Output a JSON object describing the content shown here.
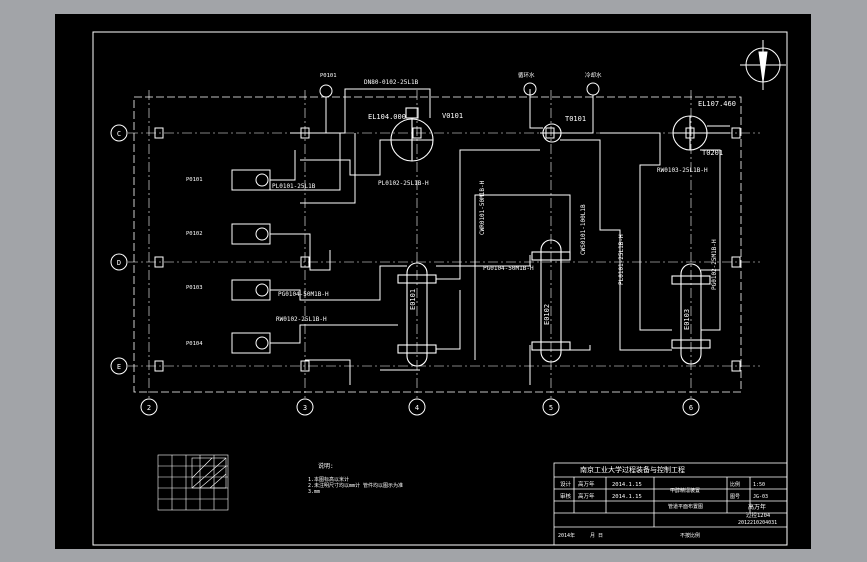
{
  "grid": {
    "rows": [
      "C",
      "D",
      "E"
    ],
    "cols": [
      "2",
      "3",
      "4",
      "5",
      "6"
    ]
  },
  "equipment": {
    "V0101": "V0101",
    "T0101": "T0101",
    "T0201": "T0201",
    "E0101": "E0101",
    "E0102": "E0102",
    "E0103": "E0103"
  },
  "lines": {
    "line1": "DN80-0102-25L1B",
    "line2": "PL0102-25L1B-H",
    "line3": "PL0101-25L1B",
    "line4": "PG0104-50M1B-H",
    "line5": "RW0102-25L1B-H",
    "line6": "PG0104-50M1B-H",
    "line7": "RW0103-25L1B-H",
    "line8": "CWR0101-50M1B-H",
    "line9": "CWS0101-100L1B",
    "line10": "PL0101-25L1B-H",
    "line11": "PG0102-25M1B-H",
    "elev1": "EL104.000",
    "elev2": "EL107.460"
  },
  "flow_labels": {
    "top1": "P0101",
    "top2": "循环水",
    "top3": "冷却水"
  },
  "pumps": [
    "P0101",
    "P0102",
    "P0103",
    "P0104"
  ],
  "notes": {
    "title": "说明:",
    "line1": "1.本图标高以米计",
    "line2": "2.未注明尺寸均以mm计 管件均以图示为准",
    "line3": "3.mm"
  },
  "titleblock": {
    "school": "南京工业大学过程装备与控制工程",
    "role1": "设计",
    "role2": "审核",
    "person1": "高万年",
    "person2": "高万年",
    "date1": "2014.1.15",
    "date2": "2014.1.15",
    "drawing_name": "管道平面布置图",
    "project": "甲醇精馏装置",
    "scale_label": "比例",
    "scale_value": "1:50",
    "sheet_label": "图号",
    "sheet_value": "JG-03",
    "author": "高万年",
    "class": "过控1204",
    "student_id": "2012210204031",
    "footer1": "2014年",
    "footer2": "月 日",
    "footer3": "不按比例"
  }
}
